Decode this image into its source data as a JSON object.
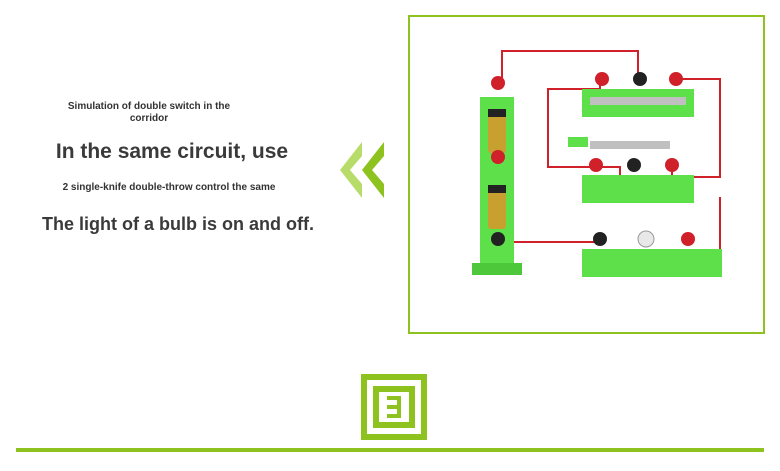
{
  "captions": {
    "line1": "Simulation of double switch in the corridor",
    "line2": "In the same circuit, use",
    "line3": "2 single-knife double-throw control the same",
    "line4": "The light of a bulb is on and off."
  },
  "colors": {
    "accent": "#8dc21f",
    "wire": "#d0202a",
    "base": "#5ee04a"
  },
  "icons": {
    "arrow": "double-chevron-left-icon",
    "logo": "brand-logo-icon"
  }
}
